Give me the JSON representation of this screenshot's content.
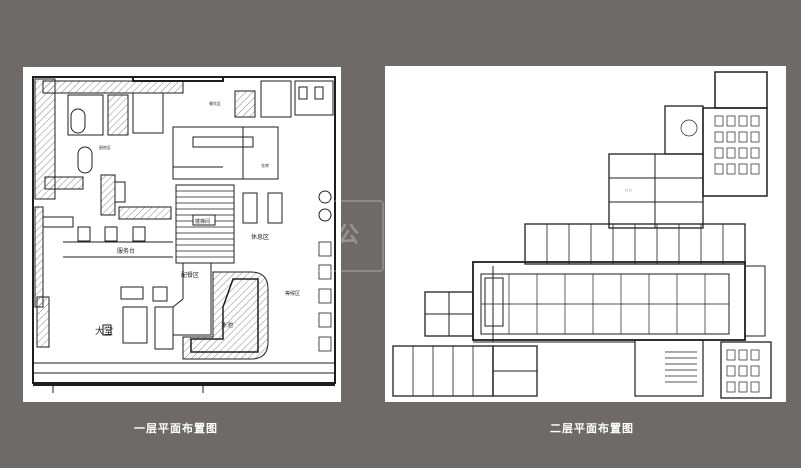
{
  "colors": {
    "background": "#6f6a6a",
    "paper": "#ffffff",
    "line": "#1e1e1e",
    "hatch": "#555555",
    "caption": "#ffffff"
  },
  "watermark": {
    "text": "公"
  },
  "floor1": {
    "caption": "一层平面布置图",
    "labels": {
      "lobby": "大堂",
      "service_desk": "服务台",
      "rest_area": "休息区",
      "pool": "泳池",
      "kitchen": "厨房区",
      "pantry": "配餐区",
      "waiting": "等候区",
      "stair": "楼梯间",
      "storage": "仓库",
      "dining": "餐饮区"
    }
  },
  "floor2": {
    "caption": "二层平面布置图"
  }
}
